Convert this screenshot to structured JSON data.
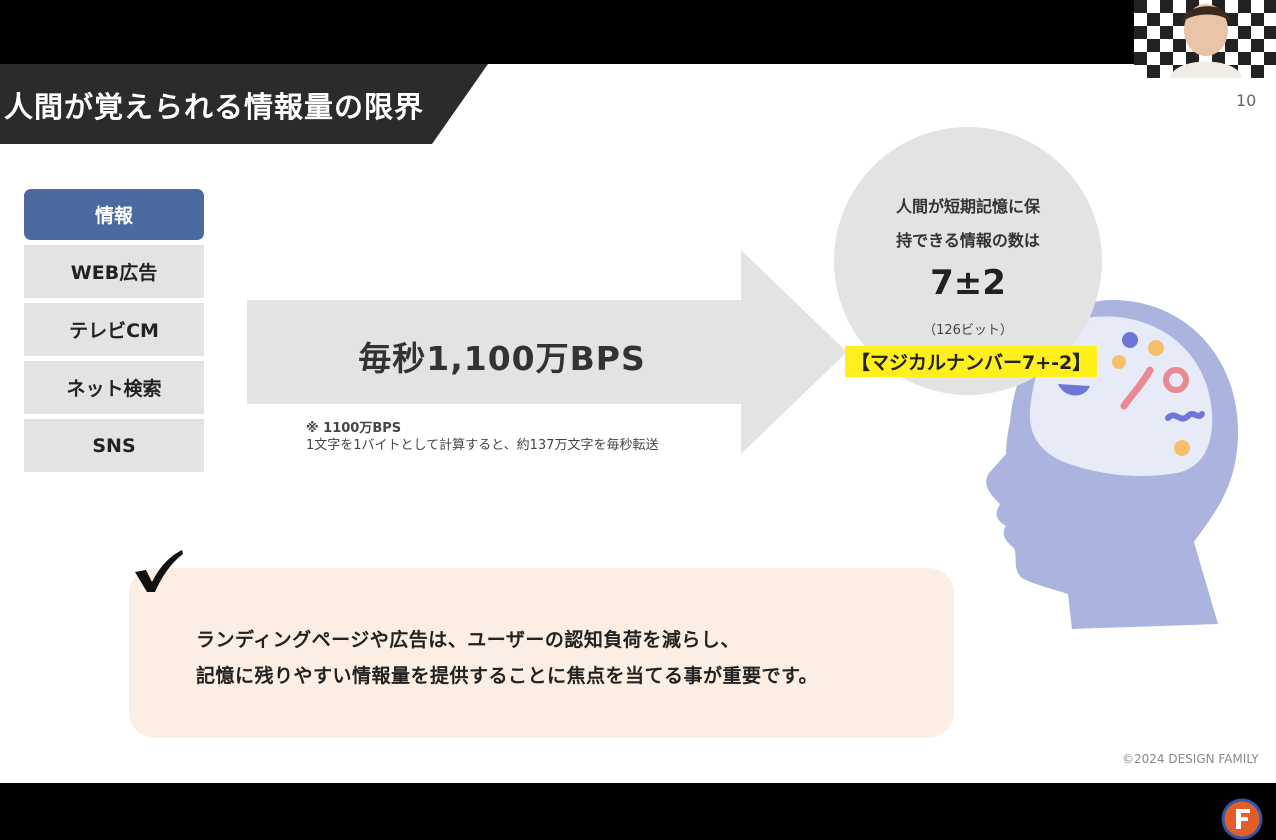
{
  "slide": {
    "title": "人間が覚えられる情報量の限界",
    "page_number": "10",
    "copyright": "©2024 DESIGN FAMILY"
  },
  "sidebar": {
    "items": [
      {
        "label": "情報",
        "active": true
      },
      {
        "label": "WEB広告",
        "active": false
      },
      {
        "label": "テレビCM",
        "active": false
      },
      {
        "label": "ネット検索",
        "active": false
      },
      {
        "label": "SNS",
        "active": false
      }
    ]
  },
  "arrow": {
    "label": "毎秒1,100万BPS"
  },
  "note": {
    "heading": "※ 1100万BPS",
    "text": "1文字を1バイトとして計算すると、約137万文字を毎秒転送"
  },
  "circle": {
    "line1": "人間が短期記憶に保",
    "line2": "持できる情報の数は",
    "number": "7±2",
    "sub": "（126ビット）"
  },
  "badge": {
    "label": "【マジカルナンバー7+-2】"
  },
  "callout": {
    "line1": "ランディングページや広告は、ユーザーの認知負荷を減らし、",
    "line2": "記憶に残りやすい情報量を提供することに焦点を当てる事が重要です。"
  },
  "icons": {
    "check": "check-icon",
    "head": "head-illustration-icon",
    "brand": "brand-logo-icon"
  },
  "colors": {
    "title_band": "#2b2b2b",
    "sidebar_active": "#4d6aa0",
    "sidebar_item": "#e3e3e3",
    "arrow": "#e3e3e3",
    "badge": "#ffef1a",
    "callout": "#fdeee3",
    "head": "#aab4de"
  }
}
